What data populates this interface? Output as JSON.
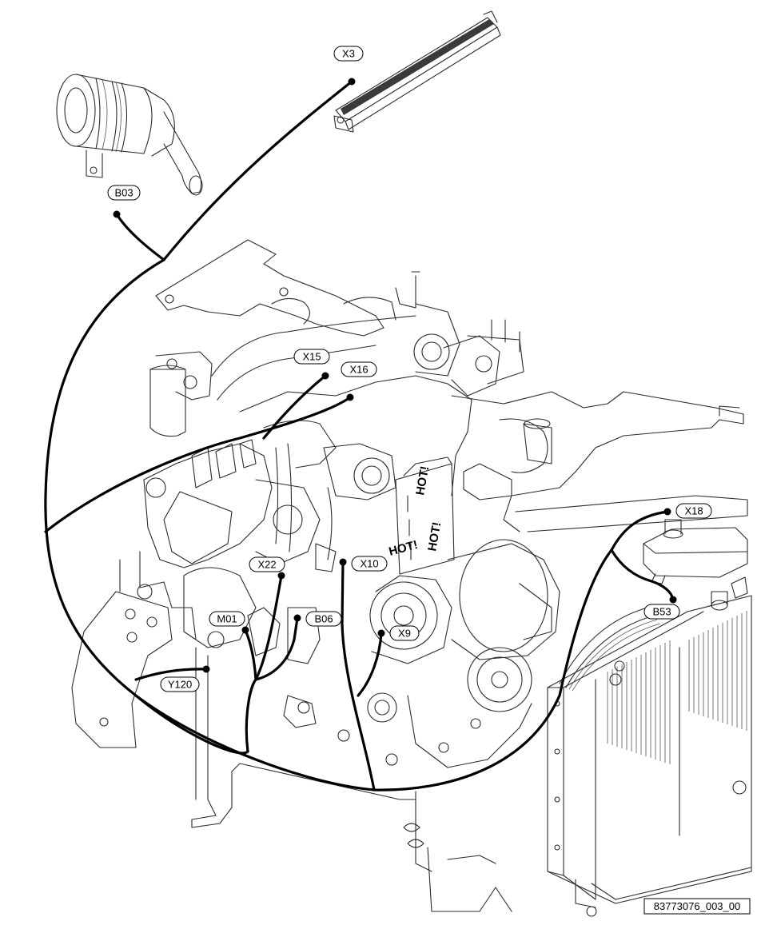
{
  "labels": {
    "x3": "X3",
    "b03": "B03",
    "x15": "X15",
    "x16": "X16",
    "x18": "X18",
    "x22": "X22",
    "x10": "X10",
    "b53": "B53",
    "m01": "M01",
    "b06": "B06",
    "x9": "X9",
    "y120": "Y120"
  },
  "reference_code": "83773076_003_00",
  "warning_decals": [
    "HOT!",
    "HOT!",
    "HOT!"
  ],
  "colors": {
    "wire": "#000000",
    "line_art": "#2b2b2b",
    "background": "#ffffff"
  }
}
